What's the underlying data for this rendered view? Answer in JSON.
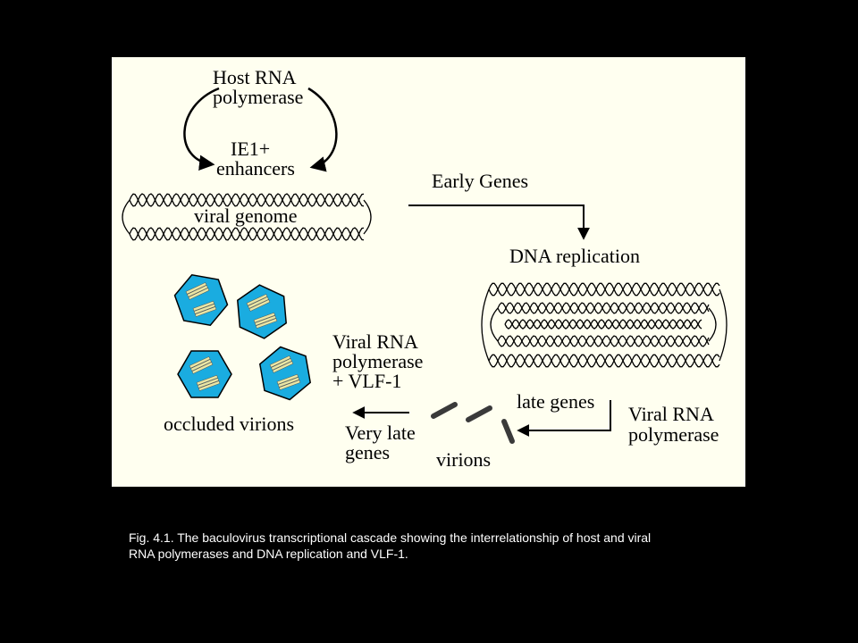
{
  "diagram": {
    "labels": {
      "host_rna_polymerase": [
        "Host RNA",
        "polymerase"
      ],
      "ie1_enhancers": [
        "IE1+",
        "enhancers"
      ],
      "viral_genome": "viral genome",
      "early_genes": "Early Genes",
      "dna_replication": "DNA replication",
      "viral_rna_polymerase_vlf": [
        "Viral RNA",
        "polymerase",
        "+ VLF-1"
      ],
      "late_genes": "late genes",
      "viral_rna_polymerase": [
        "Viral RNA",
        "polymerase"
      ],
      "occluded_virions": "occluded virions",
      "very_late_genes": [
        "Very late",
        "genes"
      ],
      "virions": "virions"
    },
    "colors": {
      "panel": "#FFFFF0",
      "polyhedra": "#1AACE0",
      "rods": "#EAE6A4",
      "virion": "#3A3A3A"
    }
  },
  "caption": {
    "line1": "Fig. 4.1. The baculovirus transcriptional cascade showing the interrelationship of host and viral",
    "line2": "RNA polymerases and DNA replication and VLF-1."
  }
}
